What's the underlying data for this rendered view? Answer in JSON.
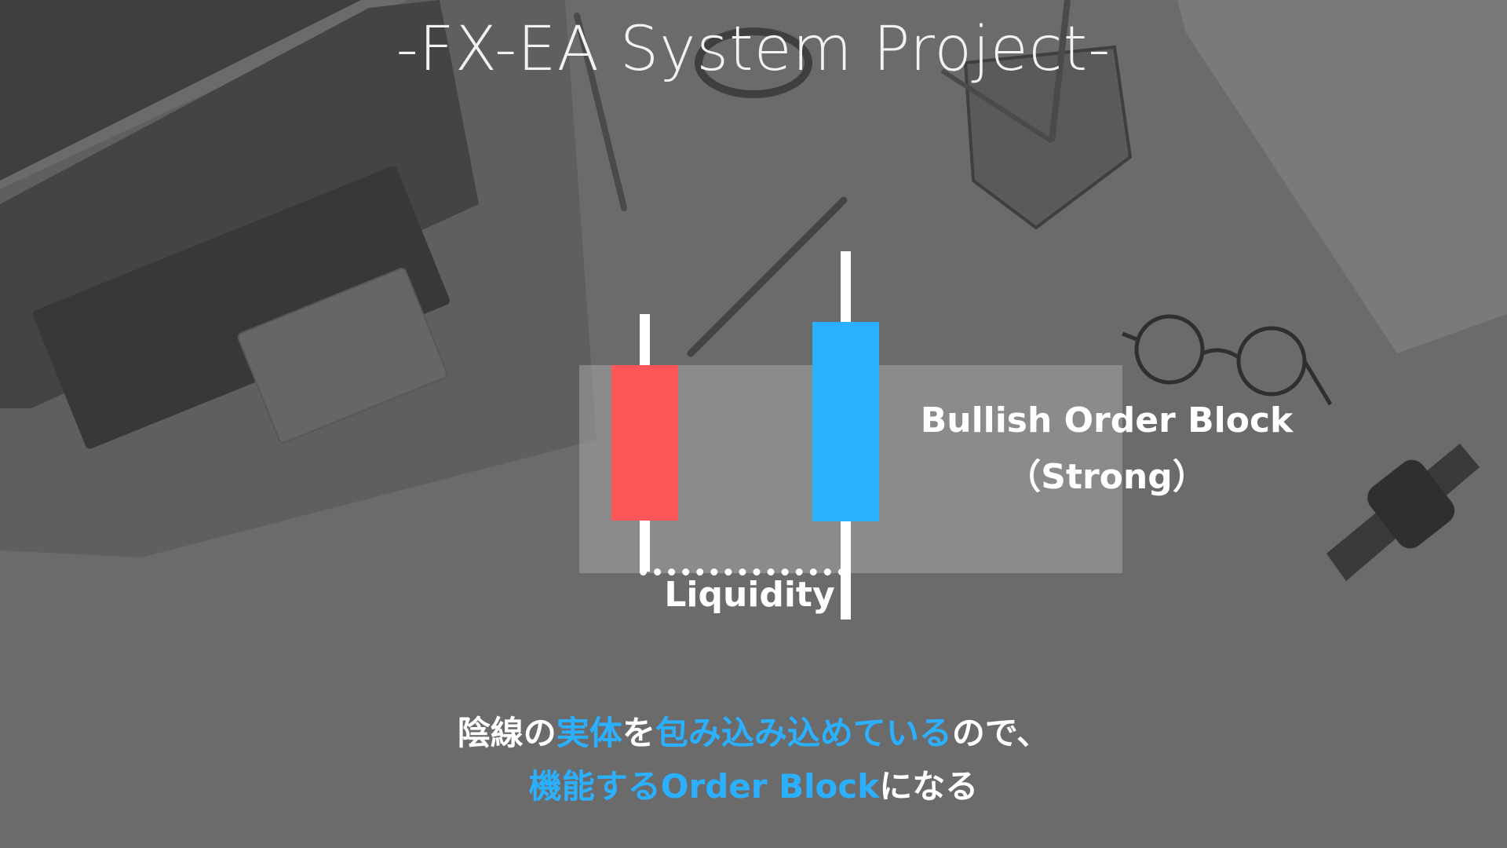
{
  "title": "-FX-EA System Project-",
  "diagram": {
    "order_block_label": "Bullish Order Block",
    "order_block_sublabel": "（Strong）",
    "liquidity_label": "Liquidity",
    "candles": [
      {
        "type": "bearish",
        "color": "#ff5757"
      },
      {
        "type": "bullish",
        "color": "#2ab0ff"
      }
    ],
    "zone_color": "#b4b4b4"
  },
  "caption": {
    "line1": [
      {
        "text": "陰線の",
        "highlight": false
      },
      {
        "text": "実体",
        "highlight": true
      },
      {
        "text": "を",
        "highlight": false
      },
      {
        "text": "包み込み込めている",
        "highlight": true
      },
      {
        "text": "ので、",
        "highlight": false
      }
    ],
    "line2": [
      {
        "text": "機能するOrder Block",
        "highlight": true
      },
      {
        "text": "になる",
        "highlight": false
      }
    ],
    "highlight_color": "#2ab0ff"
  }
}
